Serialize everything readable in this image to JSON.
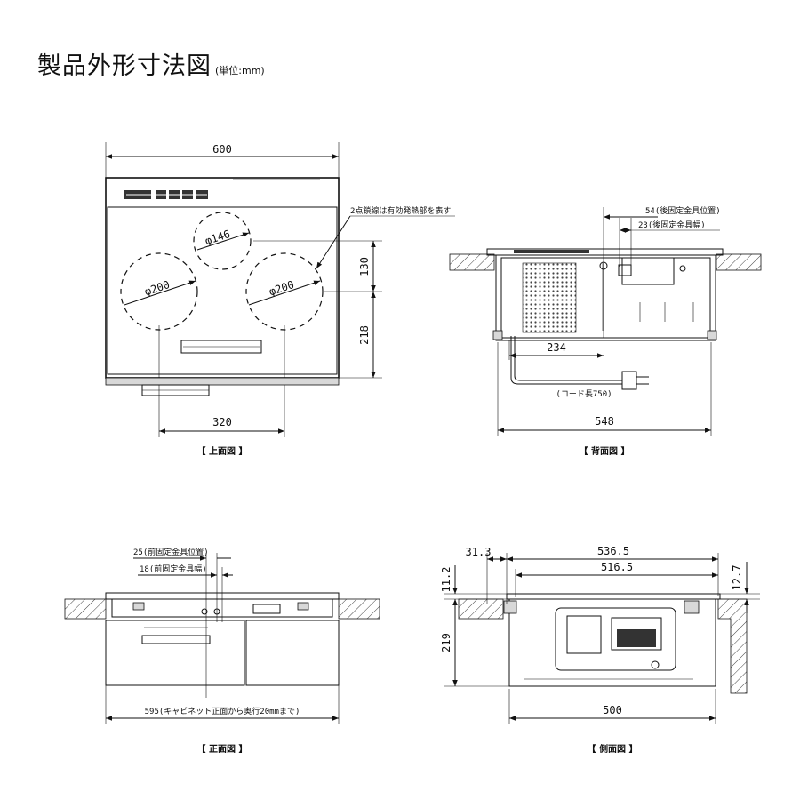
{
  "title": {
    "main": "製品外形寸法図",
    "unit": "(単位:mm)"
  },
  "top_view": {
    "label": "【 上面図 】",
    "width": "600",
    "burner_spacing": "320",
    "dim_130": "130",
    "dim_218": "218",
    "burner_left": "φ200",
    "burner_right": "φ200",
    "burner_rear": "φ146",
    "note": "2点鎖線は有効発熱部を表す"
  },
  "back_view": {
    "label": "【 背面図 】",
    "dim_54": "54(後固定金具位置)",
    "dim_23": "23(後固定金具幅)",
    "dim_234": "234",
    "cord": "(コード長750)",
    "width": "548"
  },
  "front_view": {
    "label": "【 正面図 】",
    "dim_25": "25(前固定金具位置)",
    "dim_18": "18(前固定金具幅)",
    "width": "595(キャビネット正面から奥行20mmまで)"
  },
  "side_view": {
    "label": "【 側面図 】",
    "dim_31_3": "31.3",
    "dim_536_5": "536.5",
    "dim_516_5": "516.5",
    "dim_11_2": "11.2",
    "dim_12_7": "12.7",
    "dim_219": "219",
    "dim_500": "500"
  }
}
